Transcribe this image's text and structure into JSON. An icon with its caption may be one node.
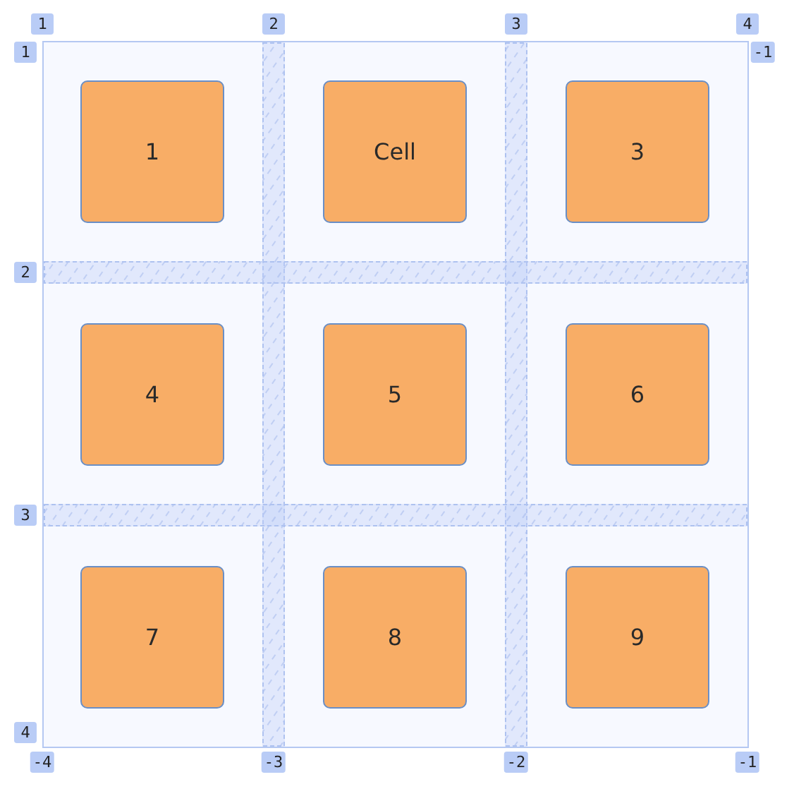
{
  "diagram": {
    "nodes": [
      {
        "text": [
          "1"
        ]
      },
      {
        "text": [
          "Cell"
        ]
      },
      {
        "text": [
          "3"
        ]
      },
      {
        "text": [
          "4"
        ]
      },
      {
        "text": [
          "5"
        ]
      },
      {
        "text": [
          "6"
        ]
      },
      {
        "text": [
          "7"
        ]
      },
      {
        "text": [
          "8"
        ]
      },
      {
        "text": [
          "9"
        ]
      }
    ],
    "labels": [
      "1",
      "2",
      "3",
      "4",
      "1",
      "-1",
      "2",
      "3",
      "4",
      "-4",
      "-3",
      "-2",
      "-1"
    ]
  }
}
